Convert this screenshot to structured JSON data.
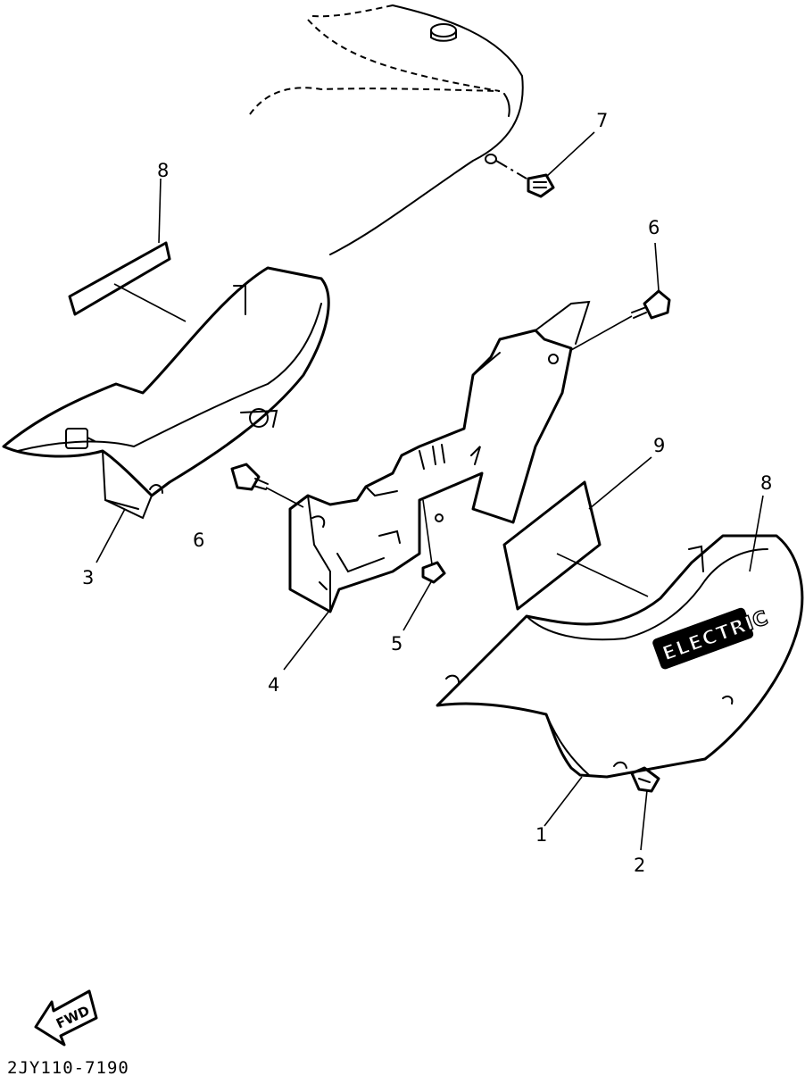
{
  "callouts": [
    "1",
    "2",
    "3",
    "4",
    "5",
    "6",
    "6",
    "7",
    "8",
    "8",
    "9"
  ],
  "emblem_text": "ELECTRIC",
  "direction_label": "FWD",
  "drawing_code": "2JY110-7190"
}
